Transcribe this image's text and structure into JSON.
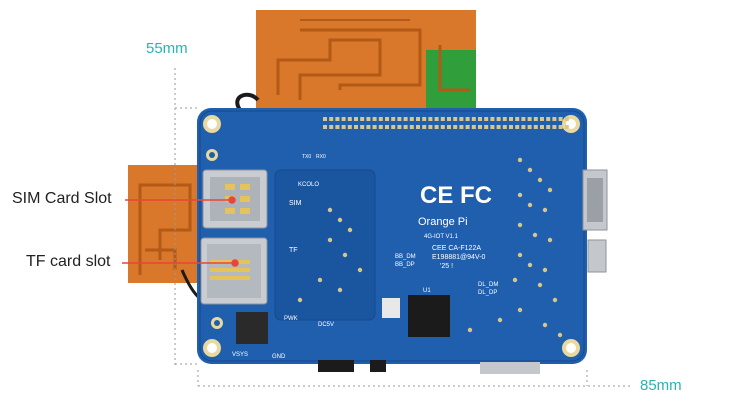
{
  "dimensions": {
    "height_label": "55mm",
    "width_label": "85mm"
  },
  "callouts": {
    "sim_slot": "SIM Card Slot",
    "tf_slot": "TF card slot"
  },
  "silkscreen": {
    "brand": "Orange Pi",
    "model": "4G-IOT V1.1",
    "ce_fc": "CE FC",
    "cmiit_line": "CEE CA-F122A",
    "id_line": "E198881@94V-0",
    "date_line": "'25 !",
    "sim": "SIM",
    "tf": "TF",
    "kcolo": "KCOLO",
    "bb_dm": "BB_DM",
    "bb_dp": "BB_DP",
    "dl_dm": "DL_DM",
    "dl_dp": "DL_DP",
    "pwk": "PWK",
    "dc5v": "DC5V",
    "vsys": "VSYS",
    "gnd": "GND",
    "tx0": "TX0",
    "rx0": "RX0",
    "u1": "U1"
  },
  "colors": {
    "pcb_blue": "#1f5fae",
    "antenna_green": "#2f9e3b",
    "antenna_copper": "#d9772a",
    "dimension_teal": "#2bb3b1",
    "pointer_red": "#e8463a"
  }
}
